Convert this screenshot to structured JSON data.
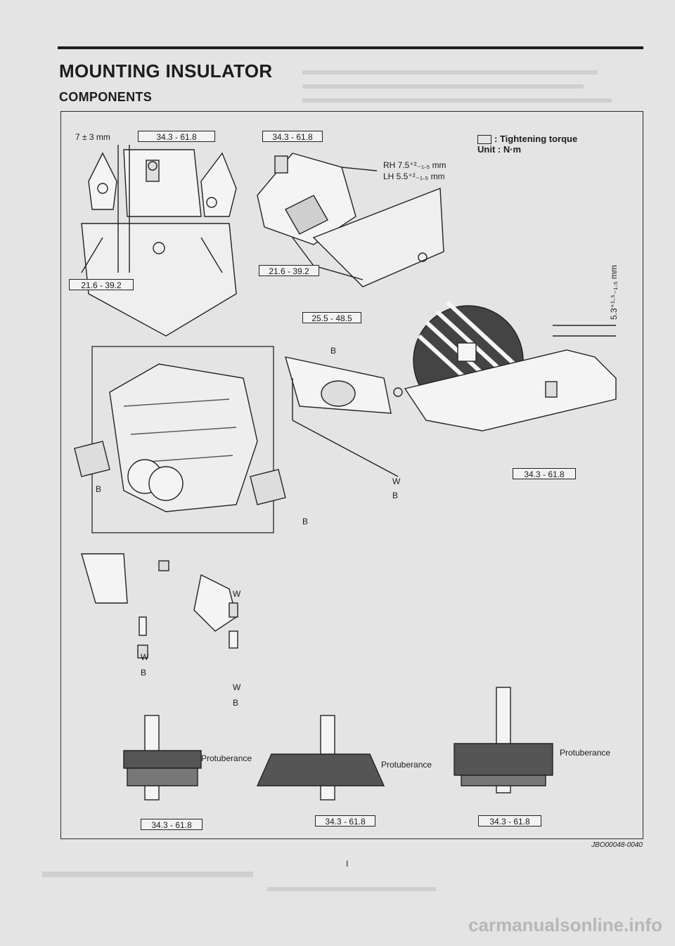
{
  "header": {
    "title": "MOUNTING INSULATOR",
    "subtitle": "COMPONENTS"
  },
  "legend": {
    "label": ": Tightening torque",
    "unit": "Unit : N·m"
  },
  "torque_specs": {
    "top_left": "34.3 - 61.8",
    "top_middle": "34.3 - 61.8",
    "left_lower": "21.6 - 39.2",
    "middle_lower": "21.6 - 39.2",
    "rear_mount": "25.5 - 48.5",
    "right_bracket": "34.3 - 61.8",
    "bottom_left": "34.3 - 61.8",
    "bottom_middle": "34.3 - 61.8",
    "bottom_right": "34.3 - 61.8"
  },
  "dimensions": {
    "gap": "7 ± 3 mm",
    "rh": "RH 7.5⁺²₋₁.₅ mm",
    "lh": "LH 5.5⁺²₋₁.₅ mm",
    "vertical": "5.3⁺¹·⁵₋₁.₅ mm"
  },
  "callouts": {
    "b": "B",
    "w": "W",
    "protuberance": "Protuberance"
  },
  "figure_code": "JBO00048-0040",
  "page_marker": "I",
  "watermark": "carmanualsonline.info"
}
